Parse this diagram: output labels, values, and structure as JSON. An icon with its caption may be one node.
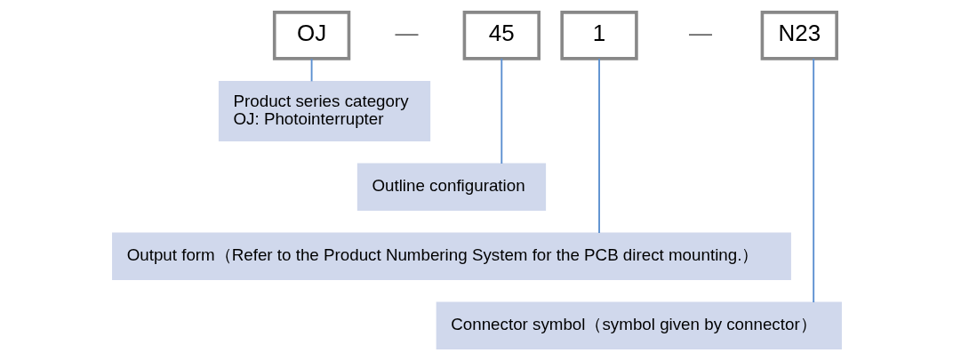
{
  "diagram": {
    "nodes": [
      {
        "text": [
          "OJ"
        ]
      },
      {
        "text": [
          "45"
        ]
      },
      {
        "text": [
          "1"
        ]
      },
      {
        "text": [
          "N23"
        ]
      },
      {
        "text": [
          "Product series category",
          "OJ: Photointerrupter"
        ]
      },
      {
        "text": [
          "Outline configuration"
        ]
      },
      {
        "text": [
          "Output form（Refer to the Product Numbering System for the PCB direct mounting.）"
        ]
      },
      {
        "text": [
          "Connector symbol（symbol given by connector）"
        ]
      }
    ],
    "edges": [
      {
        "from": 4,
        "to": 0,
        "arrow": "none"
      },
      {
        "from": 5,
        "to": 1,
        "arrow": "none"
      },
      {
        "from": 6,
        "to": 2,
        "arrow": "none"
      },
      {
        "from": 7,
        "to": 3,
        "arrow": "none"
      }
    ],
    "labels": [
      "—",
      "—"
    ]
  }
}
